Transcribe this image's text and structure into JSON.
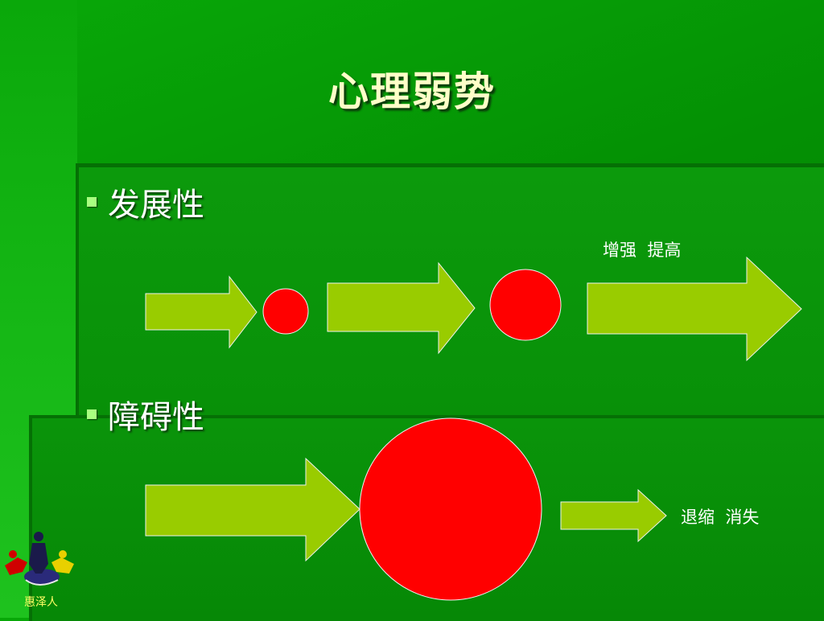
{
  "title": "心理弱势",
  "bullets": [
    {
      "label": "发展性"
    },
    {
      "label": "障碍性"
    }
  ],
  "captions": {
    "growth": "增强  提高",
    "decline": "退缩  消失"
  },
  "logo_text": "惠泽人",
  "colors": {
    "arrow_fill": "#99cc00",
    "circle_fill": "#ff0000",
    "title_text": "#ffffc8",
    "background": "#008000"
  }
}
